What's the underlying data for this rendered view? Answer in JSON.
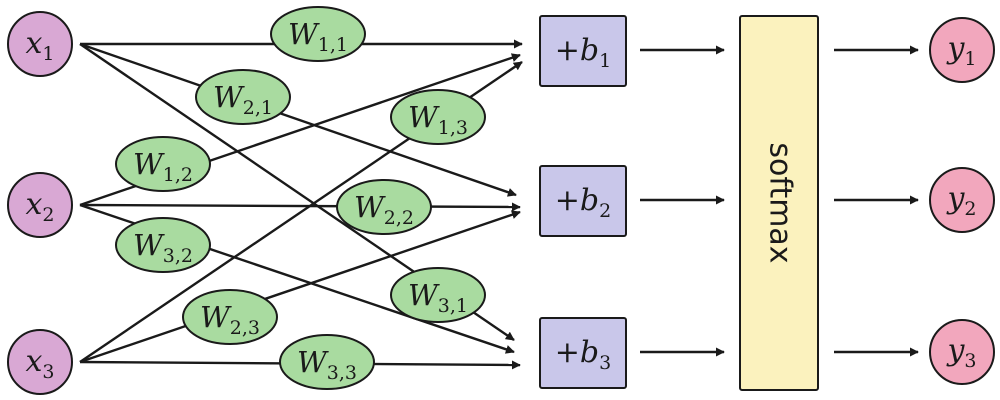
{
  "inputs": [
    {
      "base": "x",
      "sub": "1"
    },
    {
      "base": "x",
      "sub": "2"
    },
    {
      "base": "x",
      "sub": "3"
    }
  ],
  "weights": [
    {
      "base": "W",
      "sub": "1,1"
    },
    {
      "base": "W",
      "sub": "2,1"
    },
    {
      "base": "W",
      "sub": "3,1"
    },
    {
      "base": "W",
      "sub": "1,2"
    },
    {
      "base": "W",
      "sub": "2,2"
    },
    {
      "base": "W",
      "sub": "3,2"
    },
    {
      "base": "W",
      "sub": "1,3"
    },
    {
      "base": "W",
      "sub": "2,3"
    },
    {
      "base": "W",
      "sub": "3,3"
    }
  ],
  "biases": [
    {
      "prefix": "+",
      "base": "b",
      "sub": "1"
    },
    {
      "prefix": "+",
      "base": "b",
      "sub": "2"
    },
    {
      "prefix": "+",
      "base": "b",
      "sub": "3"
    }
  ],
  "softmax_label": "softmax",
  "outputs": [
    {
      "base": "y",
      "sub": "1"
    },
    {
      "base": "y",
      "sub": "2"
    },
    {
      "base": "y",
      "sub": "3"
    }
  ],
  "colors": {
    "input_fill": "#d9a8d4",
    "weight_fill": "#a9dba0",
    "bias_fill": "#c9c7ea",
    "softmax_fill": "#fbf2be",
    "output_fill": "#f2a7bd",
    "stroke": "#1a1a1a"
  }
}
